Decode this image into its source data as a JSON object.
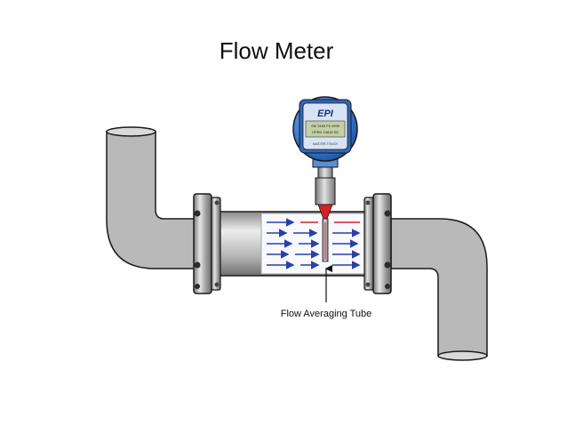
{
  "slide": {
    "title": "Flow Meter"
  },
  "diagram": {
    "callout_label": "Flow Averaging Tube",
    "transmitter": {
      "brand": "EPI",
      "display_line_1": "SM 3165 F6 4999",
      "display_line_2": "OPEN 24816 SE",
      "display_bottom": "MASTER-TOUCH"
    },
    "colors": {
      "pipe": "#b9b9b9",
      "pipe_outline": "#1a1a1a",
      "flange": "#a9a9a9",
      "flow_arrow": "#2a3fa8",
      "flow_arrow_hot": "#d8202a",
      "transmitter_blue": "#3f7fd6"
    }
  }
}
